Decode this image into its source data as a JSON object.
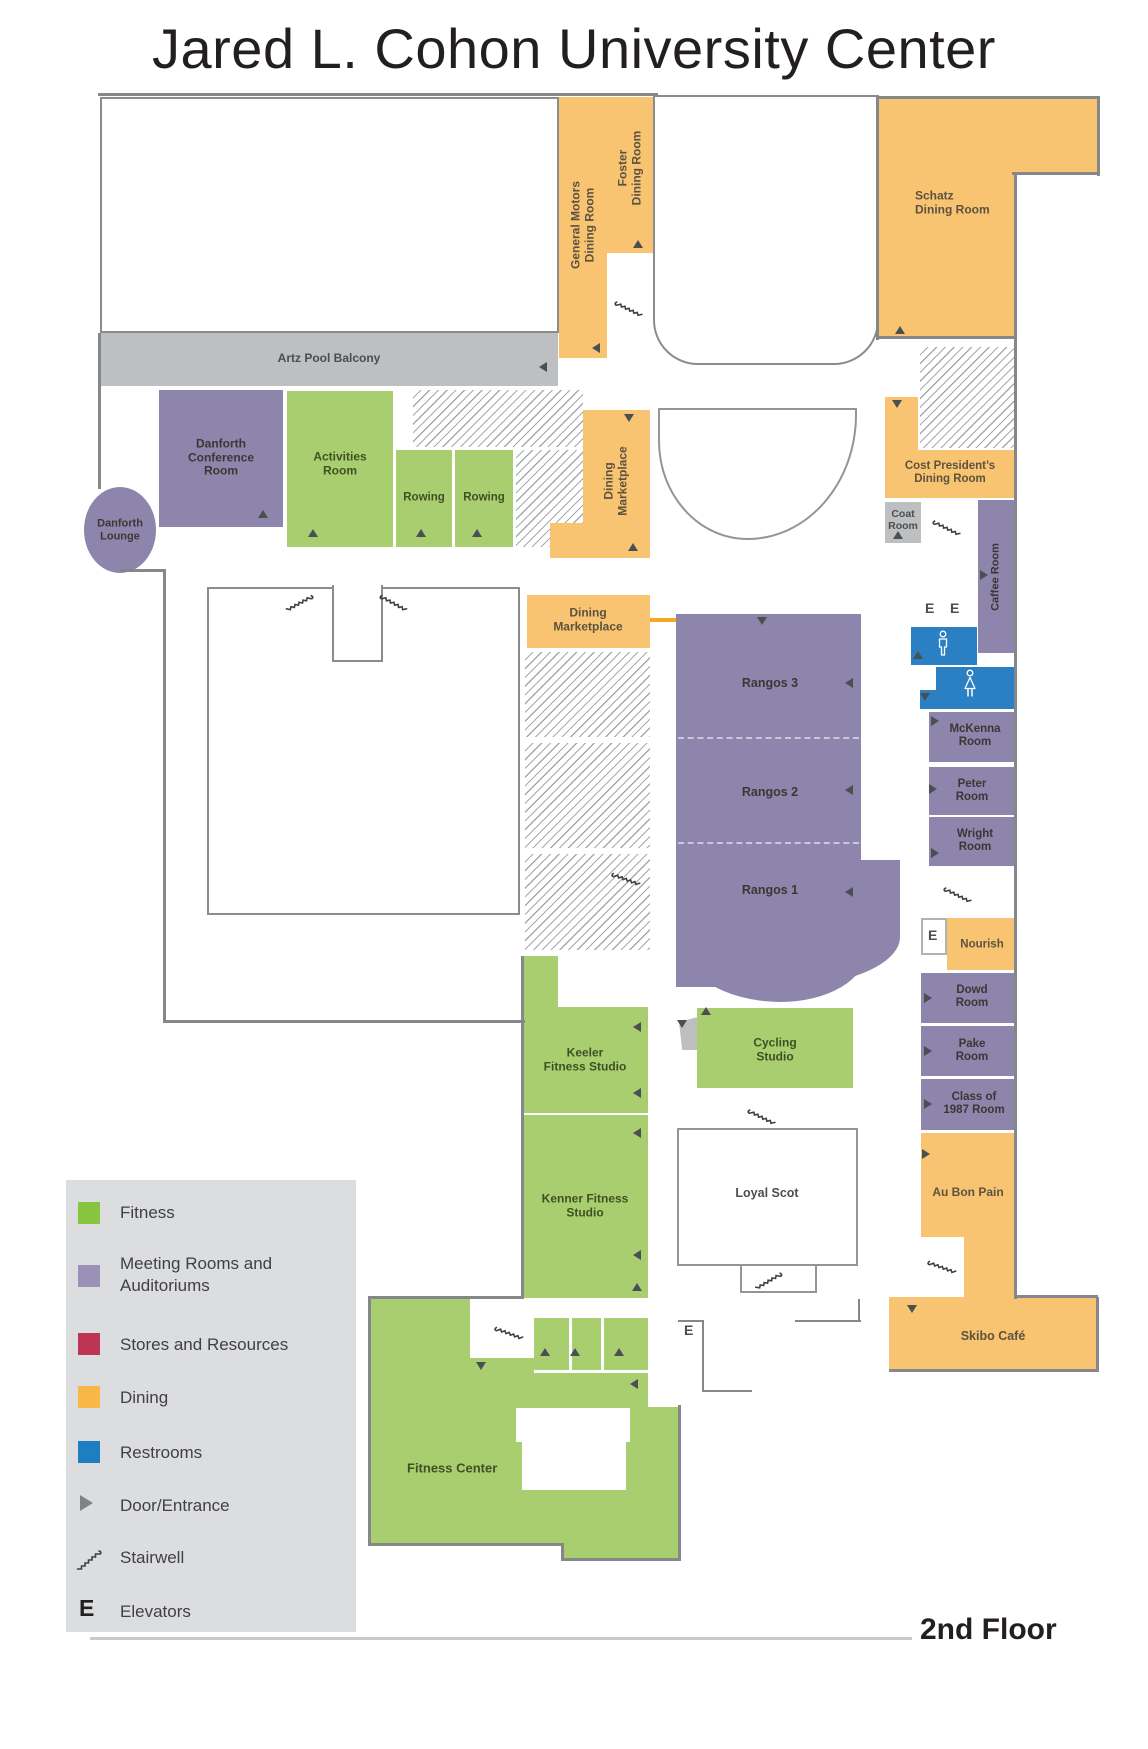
{
  "title": "Jared L. Cohon University Center",
  "floor_label": "2nd Floor",
  "labels": {
    "elevator": "E"
  },
  "colors": {
    "dining_room": "#F9C471",
    "fitness_room": "#A9CE70",
    "meeting_room": "#8D85AB",
    "gray_room": "#BDBFC1",
    "restroom_blue": "#2B7FC3",
    "legend_fitness": "#87C540",
    "legend_meeting": "#9A92B6",
    "legend_stores": "#BE3455",
    "legend_dining": "#F8B747",
    "legend_restrooms": "#1F7EC2",
    "legend_bg": "#DCDDDE",
    "wall": "#85878A"
  },
  "rooms": {
    "gm": {
      "label": "General Motors\nDining Room"
    },
    "foster": {
      "label": "Foster\nDining Room"
    },
    "schatz": {
      "label": "Schatz\nDining Room"
    },
    "artz": {
      "label": "Artz Pool Balcony"
    },
    "danforth_conference": {
      "label": "Danforth\nConference\nRoom"
    },
    "danforth_lounge": {
      "label": "Danforth\nLounge"
    },
    "activities": {
      "label": "Activities\nRoom"
    },
    "rowing": {
      "label": "Rowing"
    },
    "dining_marketplace": {
      "label": "Dining\nMarketplace"
    },
    "cost_presidents": {
      "label": "Cost President’s\nDining Room"
    },
    "coat": {
      "label": "Coat\nRoom"
    },
    "caffee": {
      "label": "Caffee Room"
    },
    "rangos3": {
      "label": "Rangos 3"
    },
    "rangos2": {
      "label": "Rangos 2"
    },
    "rangos1": {
      "label": "Rangos 1"
    },
    "mckenna": {
      "label": "McKenna\nRoom"
    },
    "peter": {
      "label": "Peter\nRoom"
    },
    "wright": {
      "label": "Wright\nRoom"
    },
    "nourish": {
      "label": "Nourish"
    },
    "dowd": {
      "label": "Dowd\nRoom"
    },
    "pake": {
      "label": "Pake\nRoom"
    },
    "class1987": {
      "label": "Class of\n1987 Room"
    },
    "au_bon_pain": {
      "label": "Au Bon Pain"
    },
    "skibo": {
      "label": "Skibo Café"
    },
    "keeler": {
      "label": "Keeler\nFitness Studio"
    },
    "kenner": {
      "label": "Kenner Fitness\nStudio"
    },
    "cycling": {
      "label": "Cycling\nStudio"
    },
    "loyal_scot": {
      "label": "Loyal Scot"
    },
    "fitness_center": {
      "label": "Fitness Center"
    }
  },
  "legend": {
    "items": [
      {
        "label": "Fitness",
        "icon": "fitness-swatch"
      },
      {
        "label": "Meeting Rooms and Auditoriums",
        "icon": "meeting-swatch"
      },
      {
        "label": "Stores and Resources",
        "icon": "stores-swatch"
      },
      {
        "label": "Dining",
        "icon": "dining-swatch"
      },
      {
        "label": "Restrooms",
        "icon": "restrooms-swatch"
      },
      {
        "label": "Door/Entrance",
        "icon": "door-entrance-icon"
      },
      {
        "label": "Stairwell",
        "icon": "stairwell-icon"
      },
      {
        "label": "Elevators",
        "icon": "elevator-letter"
      }
    ]
  }
}
